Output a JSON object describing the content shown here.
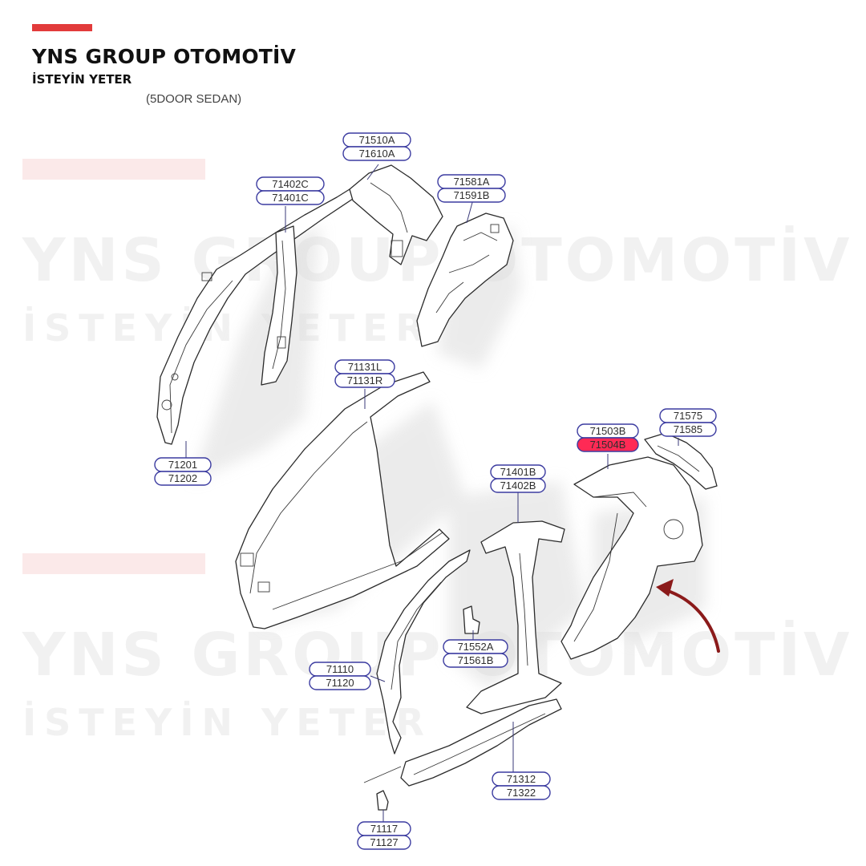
{
  "header": {
    "brand": "YNS GROUP OTOMOTİV",
    "tagline": "İSTEYİN YETER",
    "subtitle": "(5DOOR SEDAN)",
    "accent_color": "#e23b3b"
  },
  "watermark": {
    "brand": "YNS GROUP OTOMOTİV",
    "tagline": "İSTEYİN YETER"
  },
  "callouts": [
    {
      "id": "71510a",
      "top": "71510A",
      "bottom": "71610A",
      "highlight": false
    },
    {
      "id": "71402c",
      "top": "71402C",
      "bottom": "71401C",
      "highlight": false
    },
    {
      "id": "71581a",
      "top": "71581A",
      "bottom": "71591B",
      "highlight": false
    },
    {
      "id": "71131l",
      "top": "71131L",
      "bottom": "71131R",
      "highlight": false
    },
    {
      "id": "71503b",
      "top": "71503B",
      "bottom": "71504B",
      "highlight": true
    },
    {
      "id": "71575",
      "top": "71575",
      "bottom": "71585",
      "highlight": false
    },
    {
      "id": "71401b",
      "top": "71401B",
      "bottom": "71402B",
      "highlight": false
    },
    {
      "id": "71201",
      "top": "71201",
      "bottom": "71202",
      "highlight": false
    },
    {
      "id": "71552a",
      "top": "71552A",
      "bottom": "71561B",
      "highlight": false
    },
    {
      "id": "71110",
      "top": "71110",
      "bottom": "71120",
      "highlight": false
    },
    {
      "id": "71312",
      "top": "71312",
      "bottom": "71322",
      "highlight": false
    },
    {
      "id": "71117",
      "top": "71117",
      "bottom": "71127",
      "highlight": false
    }
  ],
  "pointer_arrow_color": "#8b1a1a"
}
